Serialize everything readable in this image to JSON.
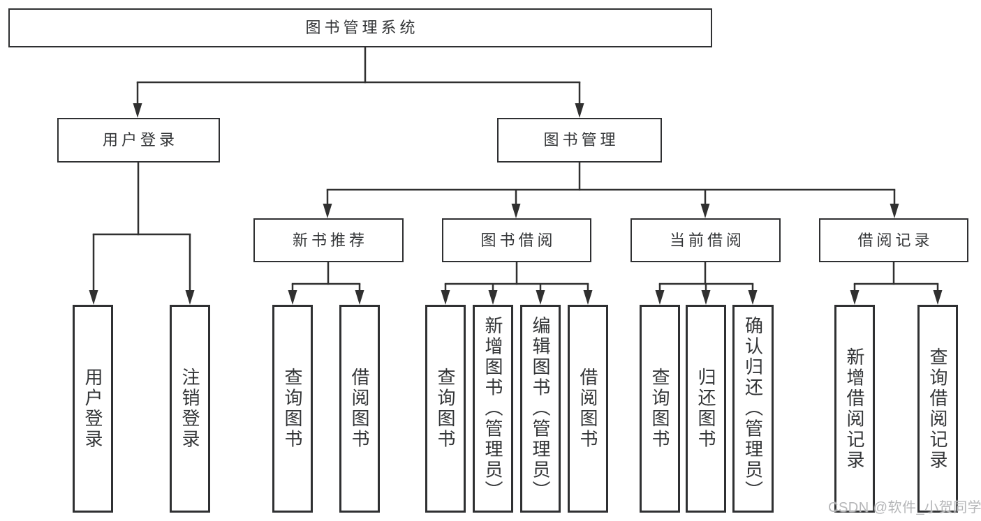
{
  "root": {
    "label": "图书管理系统"
  },
  "level2": {
    "user_login": "用户登录",
    "book_management": "图书管理"
  },
  "level3": [
    "新书推荐",
    "图书借阅",
    "当前借阅",
    "借阅记录"
  ],
  "leaves": [
    "用户登录",
    "注销登录",
    "查询图书",
    "借阅图书",
    "查询图书",
    "新增图书（管理员）",
    "编辑图书（管理员）",
    "借阅图书",
    "查询图书",
    "归还图书",
    "确认归还（管理员）",
    "新增借阅记录",
    "查询借阅记录"
  ],
  "watermark": "CSDN @软件_小贺同学",
  "colors": {
    "line": "#303030",
    "border": "#2f3032",
    "text": "#333537",
    "watermark": "#b5b6b8",
    "background": "#ffffff"
  }
}
